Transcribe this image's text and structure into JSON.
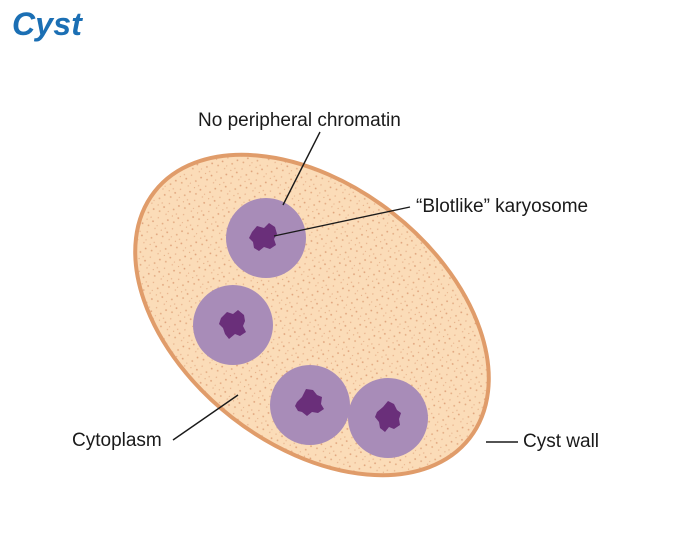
{
  "title": "Cyst",
  "labels": {
    "no_peripheral_chromatin": "No peripheral chromatin",
    "blotlike_karyosome": "“Blotlike” karyosome",
    "cytoplasm": "Cytoplasm",
    "cyst_wall": "Cyst wall"
  },
  "colors": {
    "title": "#1b6fb4",
    "cyst_wall": "#e09c6a",
    "cytoplasm": "#fbdcb8",
    "nucleus": "#a88cb8",
    "karyosome": "#6a2f7a",
    "leader_line": "#1a1a1a"
  }
}
